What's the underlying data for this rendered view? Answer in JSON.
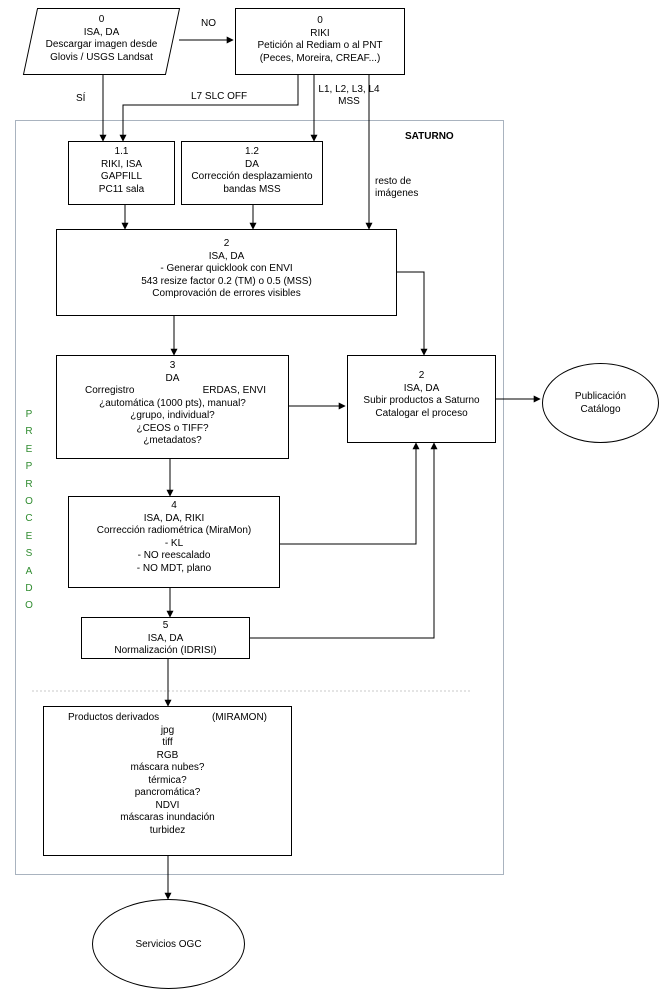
{
  "region": {
    "title": "SATURNO",
    "side_label": [
      "P",
      "R",
      "E",
      "P",
      "R",
      "O",
      "C",
      "E",
      "S",
      "A",
      "D",
      "O"
    ]
  },
  "nodes": {
    "download": [
      "0",
      "ISA, DA",
      "Descargar imagen desde",
      "Glovis / USGS Landsat"
    ],
    "riki_petition": [
      "0",
      "RIKI",
      "Petición al Rediam o al PNT",
      "(Peces, Moreira, CREAF...)"
    ],
    "gapfill": [
      "1.1",
      "RIKI, ISA",
      "GAPFILL",
      "PC11 sala"
    ],
    "mss_correction": [
      "1.2",
      "DA",
      "Corrección desplazamiento",
      "bandas MSS"
    ],
    "quicklook": [
      "2",
      "ISA, DA",
      "- Generar quicklook con ENVI",
      "543 resize factor 0.2 (TM) o 0.5 (MSS)",
      "Comprovación de errores visibles"
    ],
    "registration": {
      "lines": [
        "3",
        "DA"
      ],
      "row": [
        "Corregistro",
        "ERDAS, ENVI"
      ],
      "rest": [
        "¿automática (1000 pts), manual?",
        "¿grupo, individual?",
        "¿CEOS o TIFF?",
        "¿metadatos?"
      ]
    },
    "upload": [
      "2",
      "ISA, DA",
      "Subir productos a Saturno",
      "Catalogar el proceso"
    ],
    "radiometric": [
      "4",
      "ISA, DA, RIKI",
      "Corrección radiométrica (MiraMon)",
      "- KL",
      "- NO reescalado",
      "- NO MDT, plano"
    ],
    "normalization": [
      "5",
      "ISA, DA",
      "Normalización (IDRISI)"
    ],
    "products": {
      "row": [
        "Productos derivados",
        "(MIRAMON)"
      ],
      "items": [
        "jpg",
        "tiff",
        "RGB",
        "máscara nubes?",
        "térmica?",
        "pancromática?",
        "NDVI",
        "máscaras inundación",
        "turbidez"
      ]
    },
    "publication": [
      "Publicación",
      "Catálogo"
    ],
    "ogc": [
      "Servicios OGC"
    ]
  },
  "edge_labels": {
    "no": "NO",
    "si": "SÍ",
    "slc_off": "L7 SLC OFF",
    "mss": [
      "L1, L2, L3, L4",
      "MSS"
    ],
    "rest": [
      "resto de",
      "imágenes"
    ]
  }
}
